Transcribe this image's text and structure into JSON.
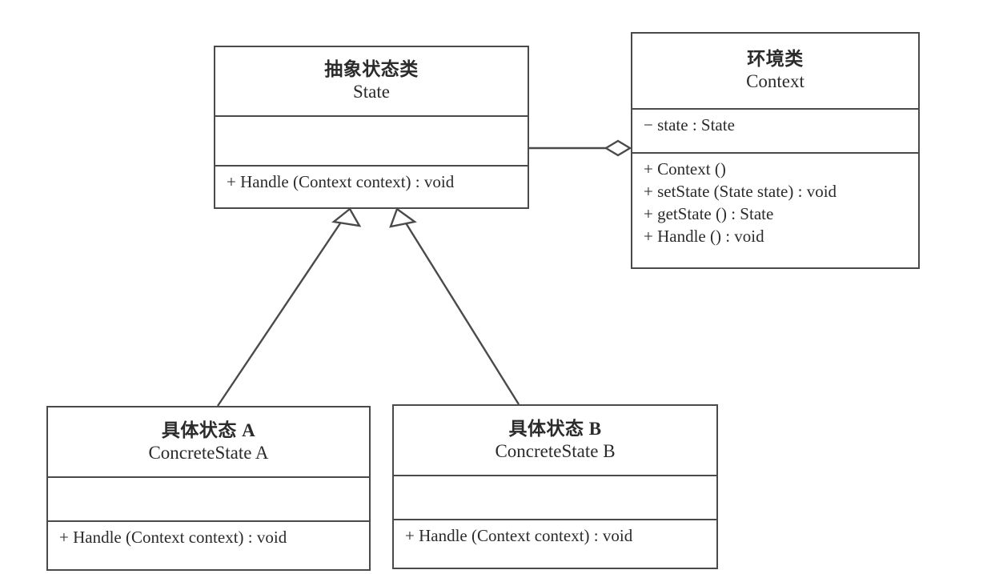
{
  "diagram": {
    "title": "State Pattern UML Class Diagram",
    "type": "uml-class-diagram",
    "background_color": "#ffffff",
    "line_color": "#4a4a4a",
    "text_color": "#2b2b2b"
  },
  "classes": {
    "state": {
      "name_cn": "抽象状态类",
      "name_en": "State",
      "attributes": [],
      "operations": [
        "+ Handle (Context context) : void"
      ]
    },
    "context": {
      "name_cn": "环境类",
      "name_en": "Context",
      "attributes": [
        "− state : State"
      ],
      "operations": [
        "+ Context ()",
        "+ setState (State state) : void",
        "+ getState () : State",
        "+ Handle () : void"
      ]
    },
    "concrete_state_a": {
      "name_cn": "具体状态 A",
      "name_en": "ConcreteState A",
      "attributes": [],
      "operations": [
        "+ Handle (Context context) : void"
      ]
    },
    "concrete_state_b": {
      "name_cn": "具体状态 B",
      "name_en": "ConcreteState B",
      "attributes": [],
      "operations": [
        "+ Handle (Context context) : void"
      ]
    }
  },
  "relationships": [
    {
      "id": "aggregation-context-state",
      "kind": "aggregation",
      "from": "context",
      "to": "state",
      "marker": "hollow-diamond",
      "marker_at": "context"
    },
    {
      "id": "generalization-a-state",
      "kind": "generalization",
      "from": "concrete_state_a",
      "to": "state",
      "marker": "hollow-triangle",
      "marker_at": "state"
    },
    {
      "id": "generalization-b-state",
      "kind": "generalization",
      "from": "concrete_state_b",
      "to": "state",
      "marker": "hollow-triangle",
      "marker_at": "state"
    }
  ]
}
